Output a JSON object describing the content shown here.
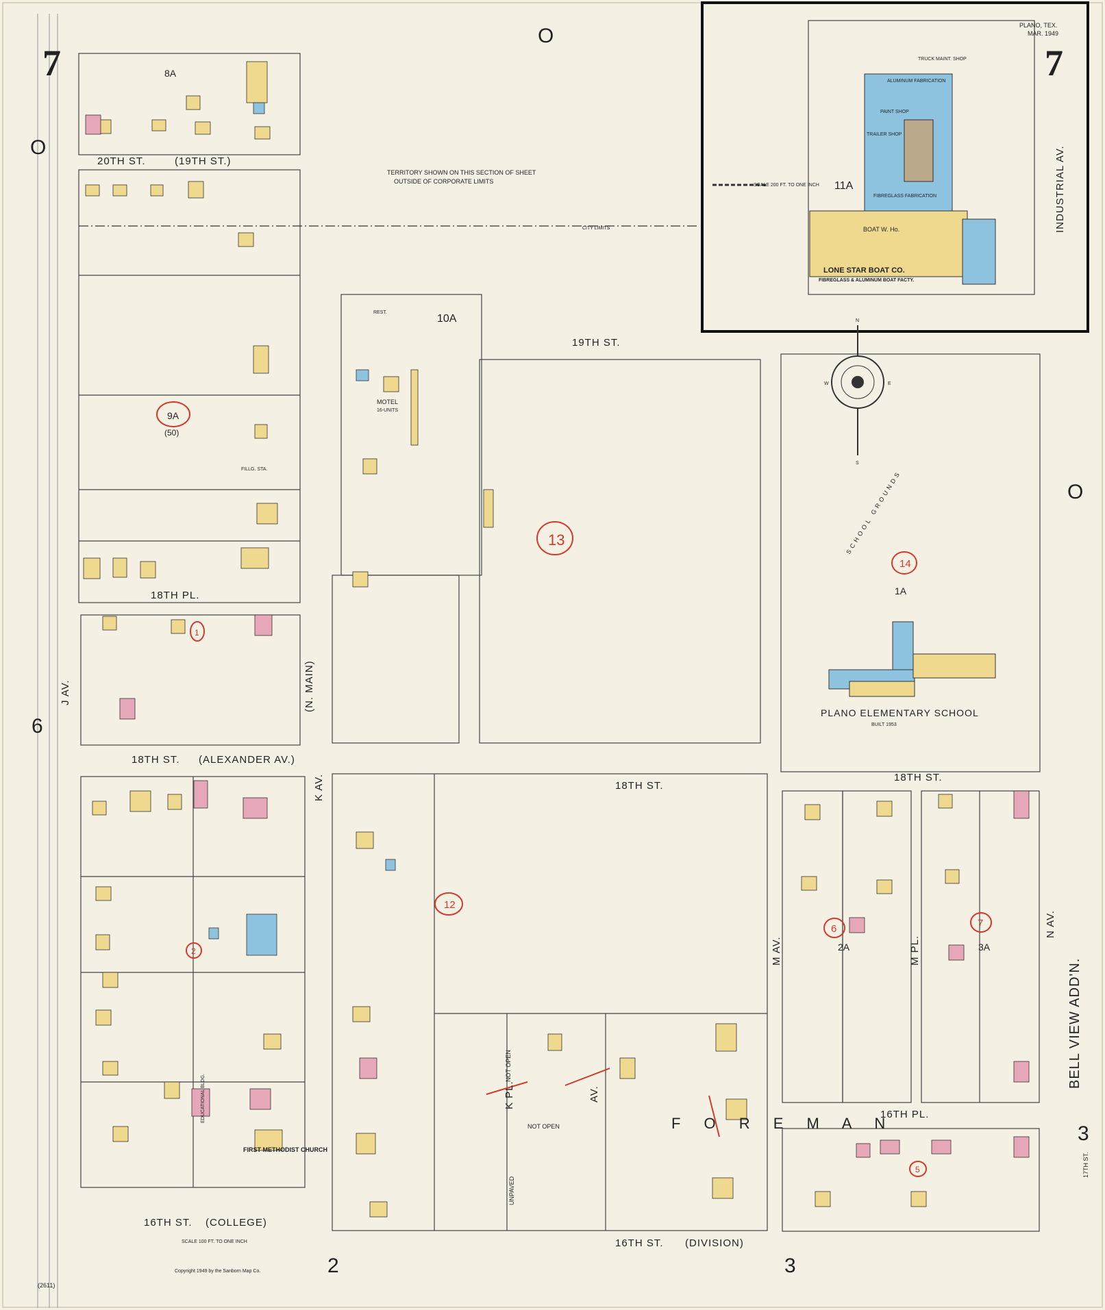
{
  "sheet": {
    "number": "7",
    "city_date_1": "PLANO, TEX.",
    "city_date_2": "MAR. 1949",
    "copyright": "Copyright 1949 by the Sanborn Map Co.",
    "sheet_code": "(2611)"
  },
  "notes": {
    "territory": "TERRITORY SHOWN ON THIS SECTION OF SHEET",
    "territory2": "OUTSIDE OF CORPORATE LIMITS",
    "city_limits": "CITY LIMITS",
    "scale_inset": "SCALE 200 FT. TO ONE INCH",
    "scale_main": "SCALE 100 FT. TO ONE INCH"
  },
  "streets": {
    "s20th": "20TH ST.",
    "s20th_alt": "(19TH ST.)",
    "s19th": "19TH ST.",
    "s18th_pl": "18TH PL.",
    "s18th_w": "18TH ST.",
    "s18th_alt": "(ALEXANDER AV.)",
    "s18th_mid": "18TH ST.",
    "s18th_e": "18TH ST.",
    "s16th_w": "16TH ST.",
    "s16th_w_alt": "(COLLEGE)",
    "s16th_mid": "16TH ST.",
    "s16th_mid_alt": "(DIVISION)",
    "s16th_pl": "16TH PL.",
    "k_av": "K AV.",
    "main": "(N. MAIN)",
    "industrial": "INDUSTRIAL AV.",
    "j_av": "J AV.",
    "l_pl": "PL.",
    "m_av": "M AV.",
    "m_pl": "M PL.",
    "n_av": "N AV.",
    "k_pl": "K PL.",
    "l_av": "AV.",
    "not_open": "NOT OPEN",
    "not_open2": "NOT OPEN",
    "unpaved": "UNPAVED",
    "bell_view": "BELL VIEW ADD'N.",
    "st17": "17TH ST.",
    "frontage_letters": "F O R E M A N"
  },
  "buildings": {
    "boat_co": "LONE STAR BOAT CO.",
    "boat_co2": "FIBREGLASS & ALUMINUM BOAT FACTY.",
    "aluminum": "ALUMINUM FABRICATION",
    "paint": "PAINT SHOP",
    "trailer": "TRAILER SHOP",
    "fibreglass": "FIBREGLASS FABRICATION",
    "boat_wh": "BOAT W. Ho.",
    "truck": "TRUCK MAINT. SHOP",
    "motel": "MOTEL",
    "motel_units": "16-UNITS",
    "rest": "REST.",
    "school": "PLANO ELEMENTARY SCHOOL",
    "school_built": "BUILT 1953",
    "school_grounds": "SCHOOL GROUNDS",
    "church": "FIRST METHODIST CHURCH",
    "educational": "EDUCATIONAL BLDG.",
    "filling": "FILLG. STA."
  },
  "blocks": {
    "b8a": "8A",
    "b9a": "9A",
    "b50": "(50)",
    "b10a": "10A",
    "b11a": "11A",
    "b1a": "1A",
    "b2a": "2A",
    "b3a": "3A",
    "r13": "13",
    "r14": "14",
    "r12": "12",
    "r6": "6",
    "r7": "7",
    "r2": "2",
    "r5": "5",
    "r1": "1",
    "r9a": "9A"
  },
  "edges": {
    "o_top": "O",
    "o_left": "O",
    "o_right": "O",
    "six_left": "6",
    "two_bottom": "2",
    "three_bottom": "3",
    "three_right": "3"
  },
  "compass": {
    "n": "N",
    "s": "S",
    "e": "E",
    "w": "W"
  },
  "colors": {
    "dwelling": "#efd98f",
    "brick": "#e6a8b8",
    "concrete": "#8ec3e0",
    "paper": "#f4f0e4",
    "ink": "#222222",
    "red": "#d23a2a"
  }
}
